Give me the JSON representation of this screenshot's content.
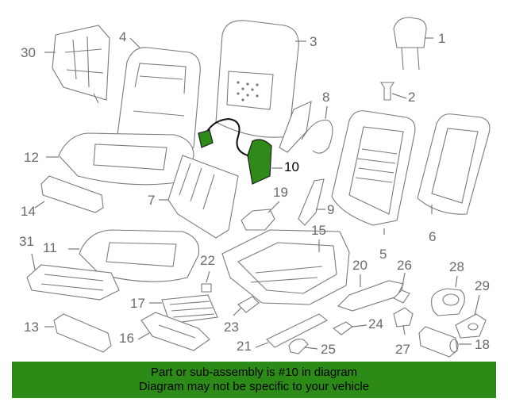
{
  "colors": {
    "highlight": "#2e8b1a",
    "banner": "#2c8a17",
    "line": "#7a7a7a"
  },
  "callouts": [
    {
      "id": "1",
      "text": "1"
    },
    {
      "id": "2",
      "text": "2"
    },
    {
      "id": "3",
      "text": "3"
    },
    {
      "id": "4",
      "text": "4"
    },
    {
      "id": "5",
      "text": "5"
    },
    {
      "id": "6",
      "text": "6"
    },
    {
      "id": "7",
      "text": "7"
    },
    {
      "id": "8",
      "text": "8"
    },
    {
      "id": "9",
      "text": "9"
    },
    {
      "id": "10",
      "text": "10"
    },
    {
      "id": "11",
      "text": "11"
    },
    {
      "id": "12",
      "text": "12"
    },
    {
      "id": "13",
      "text": "13"
    },
    {
      "id": "14",
      "text": "14"
    },
    {
      "id": "15",
      "text": "15"
    },
    {
      "id": "16",
      "text": "16"
    },
    {
      "id": "17",
      "text": "17"
    },
    {
      "id": "18",
      "text": "18"
    },
    {
      "id": "19",
      "text": "19"
    },
    {
      "id": "20",
      "text": "20"
    },
    {
      "id": "21",
      "text": "21"
    },
    {
      "id": "22",
      "text": "22"
    },
    {
      "id": "23",
      "text": "23"
    },
    {
      "id": "24",
      "text": "24"
    },
    {
      "id": "25",
      "text": "25"
    },
    {
      "id": "26",
      "text": "26"
    },
    {
      "id": "27",
      "text": "27"
    },
    {
      "id": "28",
      "text": "28"
    },
    {
      "id": "29",
      "text": "29"
    },
    {
      "id": "30",
      "text": "30"
    },
    {
      "id": "31",
      "text": "31"
    }
  ],
  "highlighted_part": "10",
  "banner": {
    "line1": "Part or sub-assembly is #10 in diagram",
    "line2": "Diagram may not be specific to your vehicle"
  }
}
